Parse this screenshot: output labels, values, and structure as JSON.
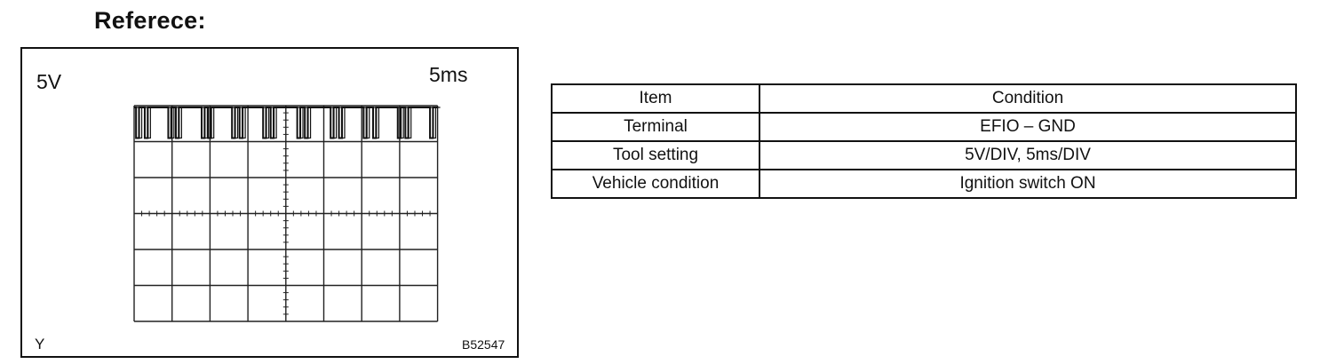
{
  "heading": "Referece:",
  "scope": {
    "volt_div": "5V",
    "time_div": "5ms",
    "ground_mark": "Y",
    "figure_code": "B52547",
    "grid": {
      "cols": 8,
      "rows": 6
    },
    "waveform": {
      "high_level_div": 0.95,
      "low_level_div": 0.1,
      "pulse_starts_div": [
        0.05,
        0.28,
        0.9,
        1.1,
        1.78,
        1.95,
        2.58,
        2.78,
        3.4,
        3.6,
        4.3,
        4.5,
        5.18,
        5.4,
        6.05,
        6.3,
        6.95,
        7.15,
        7.8
      ],
      "pulse_width_div": 0.08
    }
  },
  "table": {
    "headers": [
      "Item",
      "Condition"
    ],
    "rows": [
      [
        "Terminal",
        "EFIO – GND"
      ],
      [
        "Tool setting",
        "5V/DIV, 5ms/DIV"
      ],
      [
        "Vehicle condition",
        "Ignition switch ON"
      ]
    ]
  }
}
